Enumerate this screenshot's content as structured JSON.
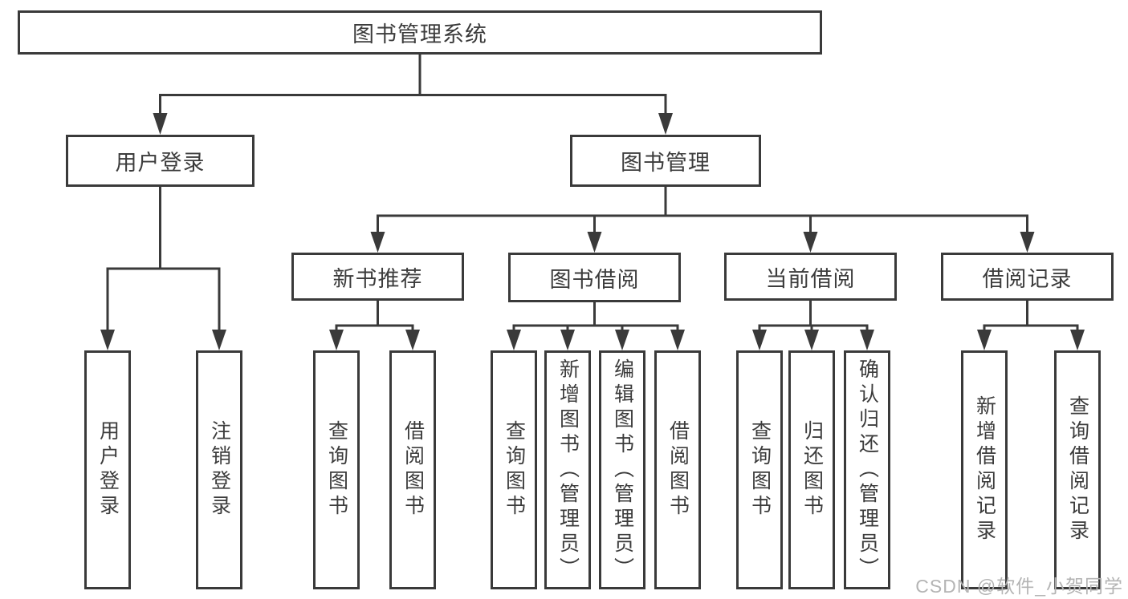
{
  "colors": {
    "line": "#3a3a3a",
    "text": "#3c3c3c",
    "box-bg": "#ffffff",
    "background": "#ffffff",
    "watermark": "#b4b4b4"
  },
  "tree": {
    "root": "图书管理系统",
    "branches": [
      {
        "label": "用户登录",
        "children": [
          "用户登录",
          "注销登录"
        ]
      },
      {
        "label": "图书管理",
        "sections": [
          {
            "label": "新书推荐",
            "children": [
              "查询图书",
              "借阅图书"
            ]
          },
          {
            "label": "图书借阅",
            "children": [
              "查询图书",
              "新增图书（管理员）",
              "编辑图书（管理员）",
              "借阅图书"
            ]
          },
          {
            "label": "当前借阅",
            "children": [
              "查询图书",
              "归还图书",
              "确认归还（管理员）"
            ]
          },
          {
            "label": "借阅记录",
            "children": [
              "新增借阅记录",
              "查询借阅记录"
            ]
          }
        ]
      }
    ]
  },
  "watermark": "CSDN @软件_小贺同学"
}
